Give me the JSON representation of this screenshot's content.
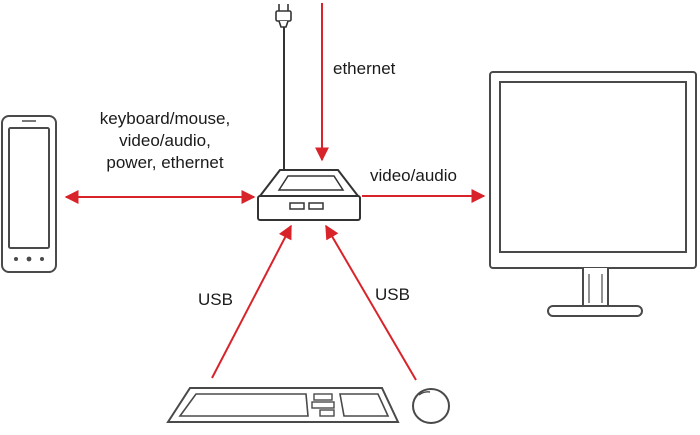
{
  "labels": {
    "ethernet": "ethernet",
    "phone_link": [
      "keyboard/mouse,",
      "video/audio,",
      "power, ethernet"
    ],
    "video_audio": "video/audio",
    "usb_left": "USB",
    "usb_right": "USB"
  },
  "colors": {
    "arrow": "#d9232a",
    "outline": "#4a4a4a",
    "cable": "#333333",
    "background": "#ffffff"
  },
  "icons": [
    "power-plug-icon",
    "smartphone-icon",
    "dock-hub-icon",
    "monitor-icon",
    "keyboard-icon",
    "mouse-icon"
  ]
}
